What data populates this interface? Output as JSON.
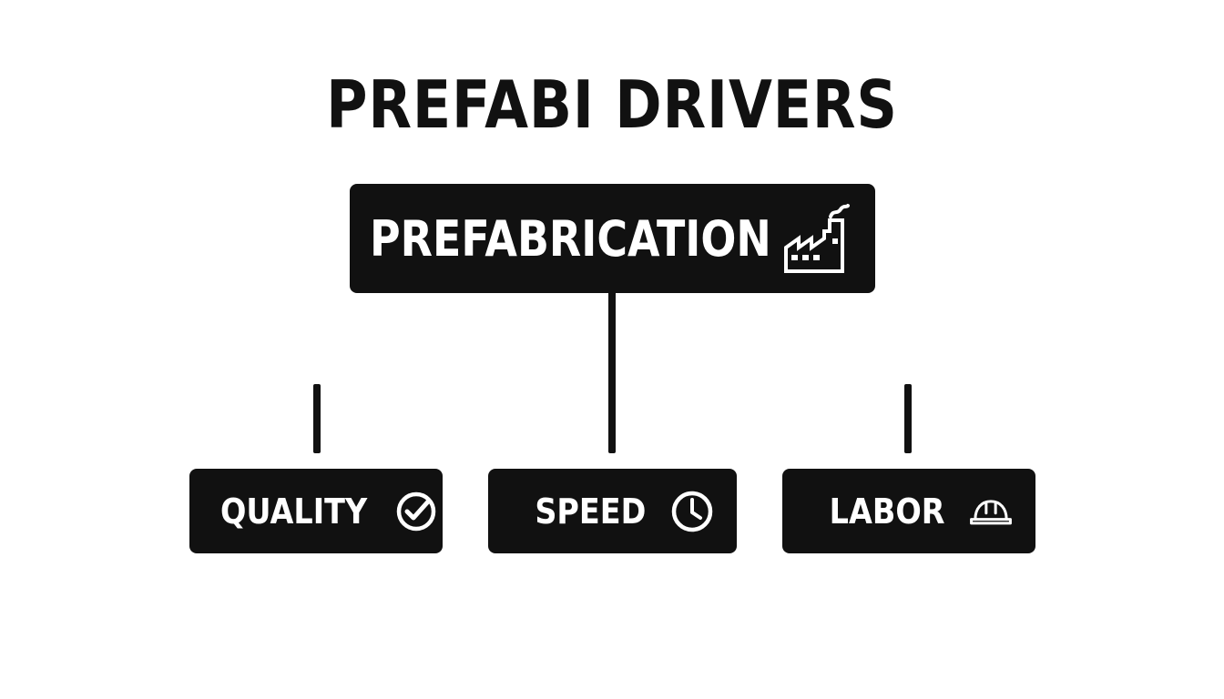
{
  "title": "PREFABI DRIVERS",
  "root": {
    "label": "PREFABRICATION",
    "icon": "factory-icon"
  },
  "children": [
    {
      "label": "QUALITY",
      "icon": "check-circle-icon"
    },
    {
      "label": "SPEED",
      "icon": "clock-icon"
    },
    {
      "label": "LABOR",
      "icon": "hard-hat-icon"
    }
  ],
  "colors": {
    "background": "#ffffff",
    "node_fill": "#111111",
    "node_text": "#ffffff",
    "line": "#111111"
  }
}
